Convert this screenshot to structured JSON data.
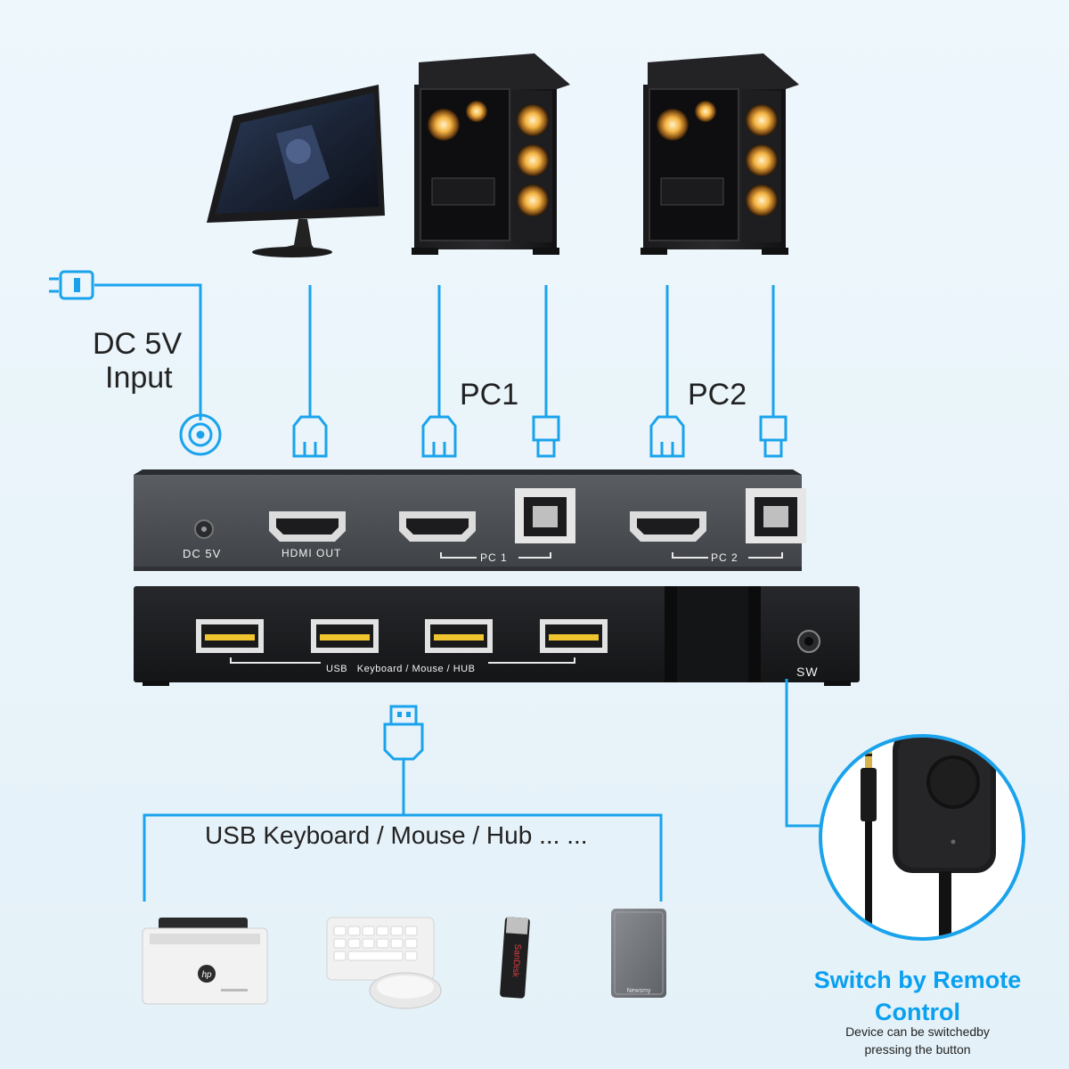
{
  "labels": {
    "dc_input_line1": "DC 5V",
    "dc_input_line2": "Input",
    "pc1": "PC1",
    "pc2": "PC2",
    "usb_devices": "USB Keyboard / Mouse / Hub ... ...",
    "remote_title_line1": "Switch by Remote",
    "remote_title_line2": "Control",
    "remote_sub_line1": "Device can be switchedby",
    "remote_sub_line2": "pressing the button"
  },
  "back_panel": {
    "dc": "DC 5V",
    "hdmi_out": "HDMI OUT",
    "pc1": "PC 1",
    "pc2": "PC 2"
  },
  "front_panel": {
    "usb_label": "USB   Keyboard / Mouse / HUB",
    "sw": "SW"
  },
  "branding": {
    "printer_logo": "hp",
    "usb_drive_brand": "SanDisk",
    "hdd_brand": "Newsmy"
  },
  "colors": {
    "cable_blue": "#1aa3ec",
    "remote_title": "#0aa0f0",
    "panel_gray": "#4b4e53",
    "panel_black": "#1d1f22"
  }
}
